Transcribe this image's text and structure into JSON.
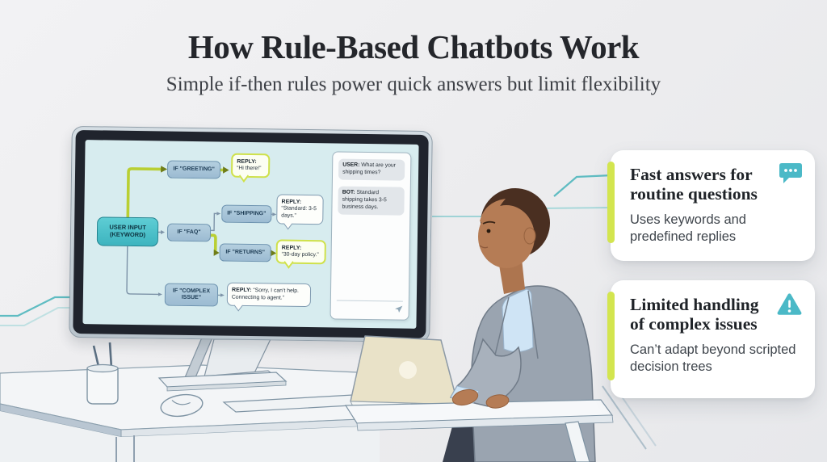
{
  "page": {
    "title": "How Rule-Based Chatbots Work",
    "subtitle": "Simple if-then rules power quick answers but limit flexibility"
  },
  "colors": {
    "accent_teal": "#4bb9c7",
    "accent_lime": "#d3e54f",
    "arrow_highlight": "#b9cf33",
    "screen_background": "#d7ecef",
    "node_blue": "#9cbbd2",
    "node_teal": "#3db4bf"
  },
  "flow": {
    "nodes": {
      "user_input": "USER INPUT (KEYWORD)",
      "greeting": "IF \"GREETING\"",
      "faq": "IF \"FAQ\"",
      "shipping": "IF \"SHIPPING\"",
      "returns": "IF \"RETURNS\"",
      "complex": "IF \"COMPLEX ISSUE\""
    },
    "replies": [
      {
        "label": "REPLY:",
        "text": "“Hi there!”"
      },
      {
        "label": "REPLY:",
        "text": "“Standard: 3-5 days.”"
      },
      {
        "label": "REPLY:",
        "text": "“30-day policy.”"
      },
      {
        "label": "REPLY:",
        "text": "“Sorry, I can’t help. Connecting to agent.”"
      }
    ]
  },
  "chat": {
    "user_label": "USER:",
    "user_text": "What are your shipping times?",
    "bot_label": "BOT:",
    "bot_text": "Standard shipping takes 3-5 business days.",
    "send_icon": "paper-plane"
  },
  "cards": [
    {
      "icon": "chat-bubble",
      "title": "Fast answers for routine questions",
      "body": "Uses keywords and predefined replies"
    },
    {
      "icon": "warning-triangle",
      "title": "Limited handling of complex issues",
      "body": "Can’t adapt beyond scripted decision trees"
    }
  ]
}
